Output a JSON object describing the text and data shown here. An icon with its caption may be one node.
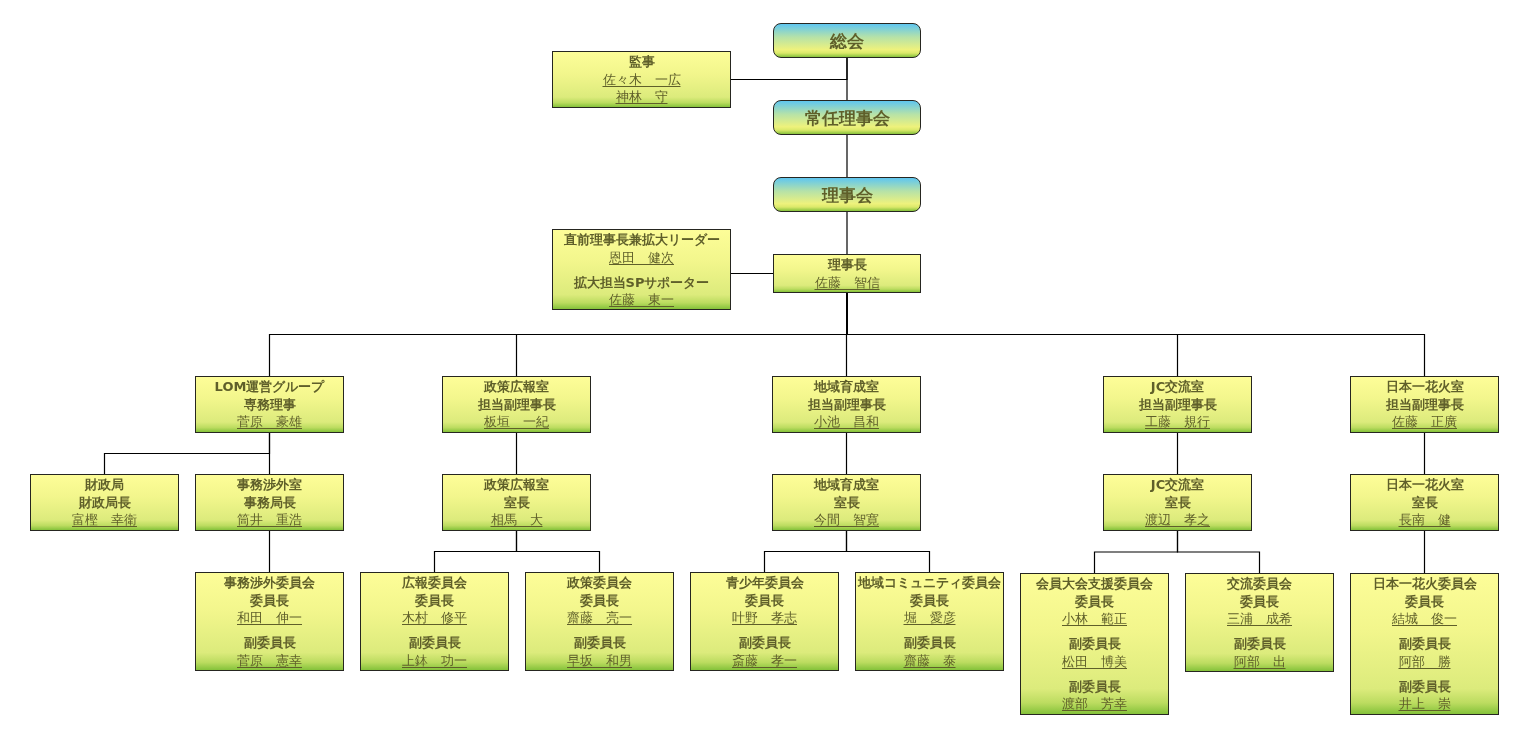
{
  "diagram": {
    "nodes": [
      {
        "text": [
          "総会"
        ]
      },
      {
        "text": [
          "監事",
          "佐々木　一広",
          "神林　守"
        ]
      },
      {
        "text": [
          "常任理事会"
        ]
      },
      {
        "text": [
          "理事会"
        ]
      },
      {
        "text": [
          "直前理事長兼拡大リーダー",
          "恩田　健次",
          "拡大担当SPサポーター",
          "佐藤　東一"
        ]
      },
      {
        "text": [
          "理事長",
          "佐藤　智信"
        ]
      },
      {
        "text": [
          "LOM運営グループ",
          "専務理事",
          "菅原　豪雄"
        ]
      },
      {
        "text": [
          "政策広報室",
          "担当副理事長",
          "板垣　一紀"
        ]
      },
      {
        "text": [
          "地域育成室",
          "担当副理事長",
          "小池　昌和"
        ]
      },
      {
        "text": [
          "JC交流室",
          "担当副理事長",
          "工藤　規行"
        ]
      },
      {
        "text": [
          "日本一花火室",
          "担当副理事長",
          "佐藤　正廣"
        ]
      },
      {
        "text": [
          "財政局",
          "財政局長",
          "富樫　幸衛"
        ]
      },
      {
        "text": [
          "事務渉外室",
          "事務局長",
          "筒井　重浩"
        ]
      },
      {
        "text": [
          "政策広報室",
          "室長",
          "相馬　大"
        ]
      },
      {
        "text": [
          "地域育成室",
          "室長",
          "今間　智寛"
        ]
      },
      {
        "text": [
          "JC交流室",
          "室長",
          "渡辺　孝之"
        ]
      },
      {
        "text": [
          "日本一花火室",
          "室長",
          "長南　健"
        ]
      },
      {
        "text": [
          "事務渉外委員会",
          "委員長",
          "和田　伸一",
          "副委員長",
          "菅原　憲幸"
        ]
      },
      {
        "text": [
          "広報委員会",
          "委員長",
          "木村　修平",
          "副委員長",
          "上鉢　功一"
        ]
      },
      {
        "text": [
          "政策委員会",
          "委員長",
          "齋藤　亮一",
          "副委員長",
          "早坂　和男"
        ]
      },
      {
        "text": [
          "青少年委員会",
          "委員長",
          "叶野　孝志",
          "副委員長",
          "斎藤　孝一"
        ]
      },
      {
        "text": [
          "地域コミュニティ委員会",
          "委員長",
          "堀　愛彦",
          "副委員長",
          "齋藤　泰"
        ]
      },
      {
        "text": [
          "会員大会支援委員会",
          "委員長",
          "小林　範正",
          "副委員長",
          "松田　博美",
          "副委員長",
          "渡部　芳幸"
        ]
      },
      {
        "text": [
          "交流委員会",
          "委員長",
          "三浦　成希",
          "副委員長",
          "阿部　出"
        ]
      },
      {
        "text": [
          "日本一花火委員会",
          "委員長",
          "結城　俊一",
          "副委員長",
          "阿部　勝",
          "副委員長",
          "井上　崇"
        ]
      }
    ],
    "edges": [
      {
        "from": 0,
        "to": 2,
        "arrow": "none"
      },
      {
        "from": 0,
        "to": 1,
        "arrow": "none"
      },
      {
        "from": 2,
        "to": 3,
        "arrow": "none"
      },
      {
        "from": 3,
        "to": 5,
        "arrow": "none"
      },
      {
        "from": 4,
        "to": 5,
        "arrow": "none"
      },
      {
        "from": 5,
        "to": 6,
        "arrow": "none"
      },
      {
        "from": 5,
        "to": 7,
        "arrow": "none"
      },
      {
        "from": 5,
        "to": 8,
        "arrow": "none"
      },
      {
        "from": 5,
        "to": 9,
        "arrow": "none"
      },
      {
        "from": 5,
        "to": 10,
        "arrow": "none"
      },
      {
        "from": 6,
        "to": 11,
        "arrow": "none"
      },
      {
        "from": 6,
        "to": 12,
        "arrow": "none"
      },
      {
        "from": 12,
        "to": 17,
        "arrow": "none"
      },
      {
        "from": 7,
        "to": 13,
        "arrow": "none"
      },
      {
        "from": 13,
        "to": 18,
        "arrow": "none"
      },
      {
        "from": 13,
        "to": 19,
        "arrow": "none"
      },
      {
        "from": 8,
        "to": 14,
        "arrow": "none"
      },
      {
        "from": 14,
        "to": 20,
        "arrow": "none"
      },
      {
        "from": 14,
        "to": 21,
        "arrow": "none"
      },
      {
        "from": 9,
        "to": 15,
        "arrow": "none"
      },
      {
        "from": 15,
        "to": 22,
        "arrow": "none"
      },
      {
        "from": 15,
        "to": 23,
        "arrow": "none"
      },
      {
        "from": 10,
        "to": 16,
        "arrow": "none"
      },
      {
        "from": 16,
        "to": 24,
        "arrow": "none"
      }
    ]
  }
}
